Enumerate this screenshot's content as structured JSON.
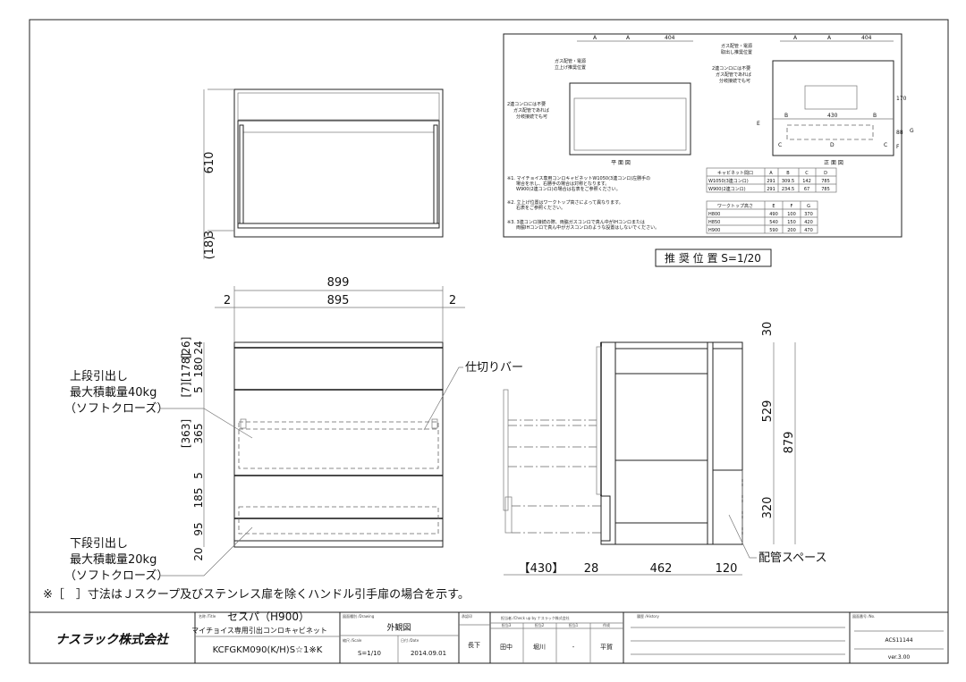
{
  "plan_top": {
    "dim_height": "610",
    "dim_bottom": "(18)",
    "dim_bottom2": "3"
  },
  "front": {
    "dim_overall": "899",
    "dim_inner": "895",
    "dim_left": "2",
    "dim_right": "2",
    "vdims": [
      "24",
      "[26]",
      "180",
      "[178]",
      "5",
      "[7]",
      "365",
      "[363]",
      "5",
      "185",
      "95",
      "20"
    ],
    "upper_drawer": [
      "上段引出し",
      "最大積載量40kg",
      "（ソフトクローズ）"
    ],
    "lower_drawer": [
      "下段引出し",
      "最大積載量20kg",
      "（ソフトクローズ）"
    ],
    "divider_label": "仕切りバー"
  },
  "side": {
    "dims_bottom": [
      "【430】",
      "28",
      "462",
      "120"
    ],
    "dims_right": [
      "30",
      "529",
      "879",
      "320"
    ],
    "piping_label": "配管スペース"
  },
  "footnote": "※［　］寸法はＪスクープ及びステンレス扉を除くハンドル引手扉の場合を示す。",
  "inset": {
    "plan_title": "平 面 図",
    "front_title": "正 面 図",
    "dim_labels": [
      "A",
      "A",
      "404",
      "A",
      "A",
      "404",
      "430",
      "B",
      "B",
      "C",
      "D",
      "C",
      "E",
      "F",
      "G",
      "170",
      "88"
    ],
    "callouts": [
      "ガス配管・電源",
      "立上げ推奨位置",
      "2連コンロには不要",
      "ガス配管であれば",
      "分岐接続でも可",
      "ガス配管・電源",
      "取出し推奨位置",
      "2連コンロには不要",
      "ガス配管であれば",
      "分岐接続でも可"
    ],
    "notes": [
      "※1. マイチョイス専用コンロキャビネットW1050(3連コンロ)左勝手の",
      "場合を示し、右勝手の場合は対称となります。",
      "W900(2連コンロ)の場合は右表をご参照ください。",
      "※2. 立上げ位置はワークトップ高さによって異なります。",
      "右表をご参照ください。",
      "※3. 3連コンロ接続の際、両脇ガスコンロで真ん中がIHコンロまたは",
      "両脇IHコンロで真ん中がガスコンロのような設置はしないでください。"
    ],
    "table1": {
      "headers": [
        "キャビネット間口",
        "A",
        "B",
        "C",
        "D"
      ],
      "rows": [
        [
          "W1050(3連コンロ)",
          "291",
          "309.5",
          "142",
          "785"
        ],
        [
          "W900(2連コンロ)",
          "291",
          "234.5",
          "67",
          "785"
        ]
      ]
    },
    "table2": {
      "headers": [
        "ワークトップ高さ",
        "E",
        "F",
        "G"
      ],
      "rows": [
        [
          "H800",
          "490",
          "100",
          "370"
        ],
        [
          "H850",
          "540",
          "150",
          "420"
        ],
        [
          "H900",
          "590",
          "200",
          "470"
        ]
      ]
    },
    "caption": "推 奨 位 置  S=1/20"
  },
  "title_block": {
    "company": "ナスラック株式会社",
    "name_label": "名称 /Title",
    "name1": "セスパ（H900）",
    "name2": "マイチョイス専用引出コンロキャビネット",
    "model": "KCFGKM090(K/H)S☆1※K",
    "drawing_label": "図面種別 /Drawing",
    "drawing": "外観図",
    "scale_label": "縮尺 /Scale",
    "scale": "S=1/10",
    "date_label": "日付 /Date",
    "date": "2014.09.01",
    "approver_label": "承認印",
    "approver": "長下",
    "check_label": "担当者 /Check up by ナスラック株式会社",
    "check_cols": [
      "担当3",
      "担当2",
      "担当1",
      "作成"
    ],
    "check_vals": [
      "田中",
      "堀川",
      "-",
      "平賀"
    ],
    "history_label": "履歴 /History",
    "no_label": "図面番号 /No.",
    "number": "ACS11144",
    "version": "ver.3.00"
  }
}
